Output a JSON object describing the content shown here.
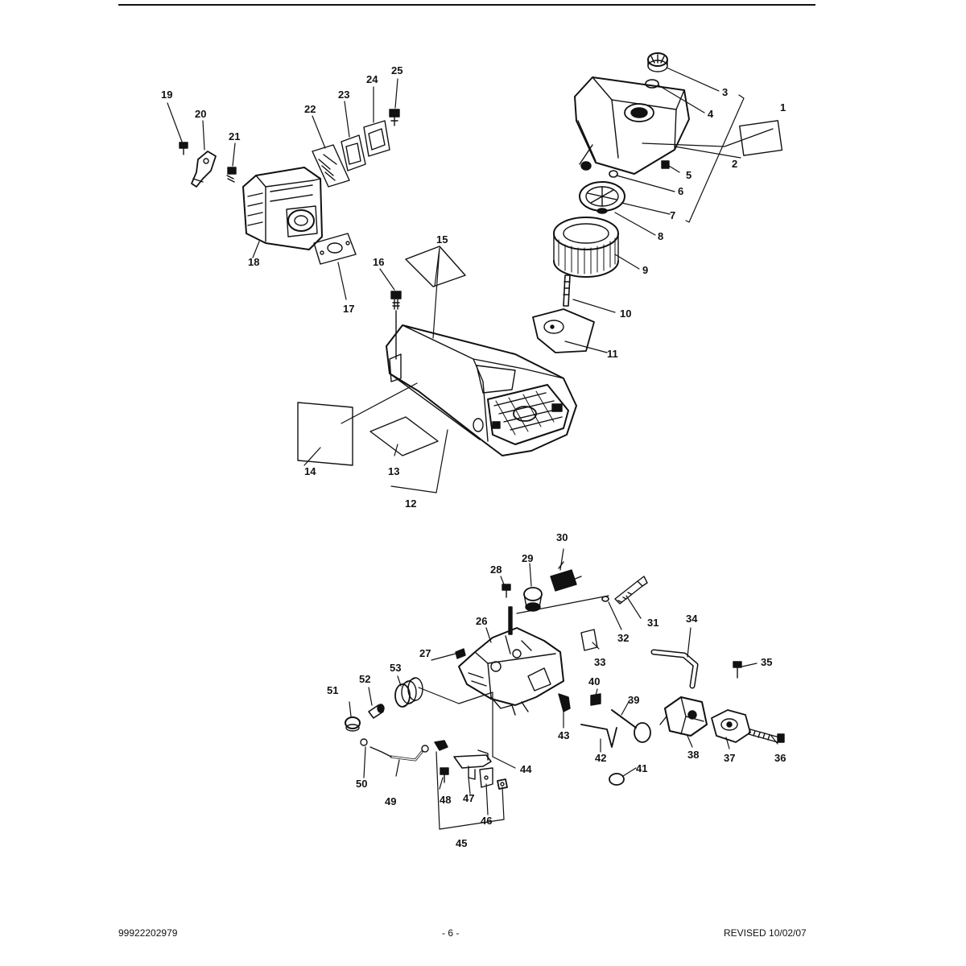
{
  "part_labels": [
    "1",
    "2",
    "3",
    "4",
    "5",
    "6",
    "7",
    "8",
    "9",
    "10",
    "11",
    "12",
    "13",
    "14",
    "15",
    "16",
    "17",
    "18",
    "19",
    "20",
    "21",
    "22",
    "23",
    "24",
    "25",
    "26",
    "27",
    "28",
    "29",
    "30",
    "31",
    "32",
    "33",
    "34",
    "35",
    "36",
    "37",
    "38",
    "39",
    "40",
    "41",
    "42",
    "43",
    "44",
    "45",
    "46",
    "47",
    "48",
    "49",
    "50",
    "51",
    "52",
    "53"
  ],
  "footer": {
    "part_number": "99922202979",
    "page": "- 6 -",
    "revised": "REVISED 10/02/07"
  }
}
